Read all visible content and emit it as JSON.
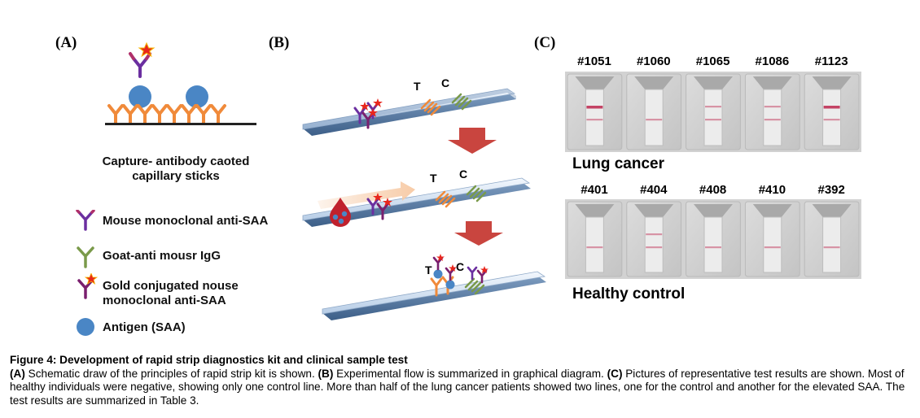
{
  "panels": {
    "a": {
      "label": "(A)",
      "surface_label_line1": "Capture- antibody caoted",
      "surface_label_line2": "capillary sticks",
      "legend": [
        {
          "icon": "purple-antibody-icon",
          "color": "#6b2fa0",
          "text": "Mouse monoclonal anti-SAA"
        },
        {
          "icon": "green-antibody-icon",
          "color": "#7a9a4a",
          "text": "Goat-anti mousr IgG"
        },
        {
          "icon": "gold-antibody-icon",
          "color": "#7a1f6e",
          "text_line1": "Gold conjugated nouse",
          "text_line2": "monoclonal anti-SAA"
        },
        {
          "icon": "antigen-icon",
          "color": "#4a86c5",
          "text": "Antigen (SAA)"
        }
      ]
    },
    "b": {
      "label": "(B)",
      "test_line_label": "T",
      "control_line_label": "C"
    },
    "c": {
      "label": "(C)",
      "lung_cancer": {
        "label": "Lung cancer",
        "samples": [
          {
            "id": "#1051",
            "test_line": "strong",
            "control_line": "faint"
          },
          {
            "id": "#1060",
            "test_line": "none",
            "control_line": "faint"
          },
          {
            "id": "#1065",
            "test_line": "faint",
            "control_line": "faint"
          },
          {
            "id": "#1086",
            "test_line": "faint",
            "control_line": "faint"
          },
          {
            "id": "#1123",
            "test_line": "strong",
            "control_line": "faint"
          }
        ]
      },
      "healthy_control": {
        "label": "Healthy control",
        "samples": [
          {
            "id": "#401",
            "test_line": "none",
            "control_line": "faint"
          },
          {
            "id": "#404",
            "test_line": "faint",
            "control_line": "faint"
          },
          {
            "id": "#408",
            "test_line": "none",
            "control_line": "faint"
          },
          {
            "id": "#410",
            "test_line": "none",
            "control_line": "faint"
          },
          {
            "id": "#392",
            "test_line": "none",
            "control_line": "faint"
          }
        ]
      }
    }
  },
  "caption": {
    "title": "Figure 4: Development of rapid strip diagnostics kit and clinical sample test",
    "a_label": "(A)",
    "a_text": " Schematic draw of the principles of rapid strip kit is shown. ",
    "b_label": "(B)",
    "b_text": " Experimental flow is summarized in graphical diagram. ",
    "c_label": "(C)",
    "c_text": " Pictures of representative test results are shown. Most of healthy individuals were negative, showing only one control line. More than half of the lung cancer patients showed two lines, one for the control and another for the elevated SAA. The test results are summarized in Table 3."
  },
  "colors": {
    "capture_antibody": "#f08a3a",
    "detection_antibody": "#6b2fa0",
    "goat_igg": "#7a9a4a",
    "antigen": "#4a86c5",
    "gold_star": "#e8261c",
    "flow_arrow": "#c9453f",
    "strip_face": "#dde9f6",
    "cassette_bg": "#cfcfcf",
    "band": "#c23a5e"
  }
}
